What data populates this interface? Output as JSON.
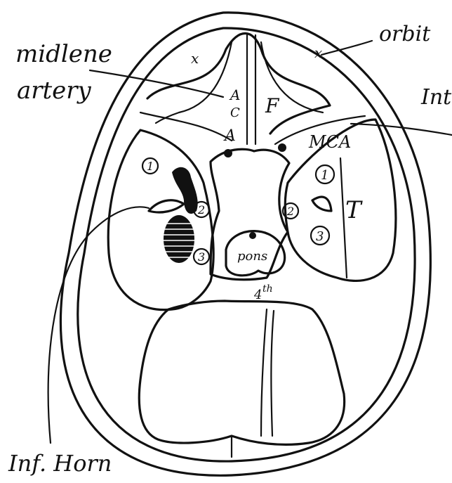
{
  "labels": {
    "midline_line1": "midlene",
    "midline_line2": "artery",
    "orbit": "orbit",
    "int": "Int",
    "frontal": "F",
    "aca_a1": "A",
    "aca_c": "C",
    "aca_a2": "A",
    "mca": "MCA",
    "temporal": "T",
    "pons": "pons",
    "fourth": "4",
    "fourth_sup": "th",
    "inf_horn": "Inf. Horn",
    "cross_mark": "x"
  },
  "left_markers": [
    "1",
    "2",
    "3"
  ],
  "right_markers": [
    "1",
    "2",
    "3"
  ],
  "colors": {
    "ink": "#111111",
    "paper": "#ffffff"
  }
}
